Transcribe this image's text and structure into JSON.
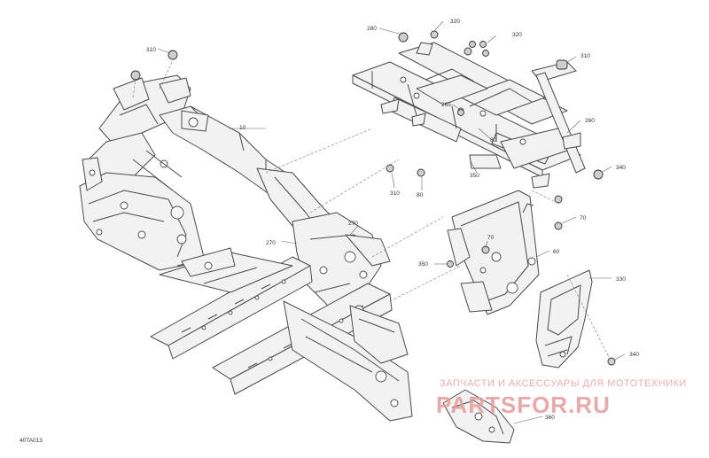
{
  "diagram": {
    "document_id": "40TA013",
    "callouts": {
      "c310_top_left": "310",
      "c10": "10",
      "c280": "280",
      "c320_a": "320",
      "c320_b": "320",
      "c310_right": "310",
      "c265": "265",
      "c260": "260",
      "c80_a": "80",
      "c80_b": "80",
      "c310_mid": "310",
      "c350_a": "350",
      "c340_a": "340",
      "c70_a": "70",
      "c270_a": "270",
      "c270_b": "270",
      "c70_b": "70",
      "c60": "60",
      "c350_b": "350",
      "c330": "330",
      "c340_b": "340",
      "c360": "360"
    },
    "watermark": {
      "text": "ЗАПЧАСТИ И АКСЕССУАРЫ ДЛЯ МОТОТЕХНИКИ",
      "logo": "PARTSFOR.RU"
    }
  }
}
